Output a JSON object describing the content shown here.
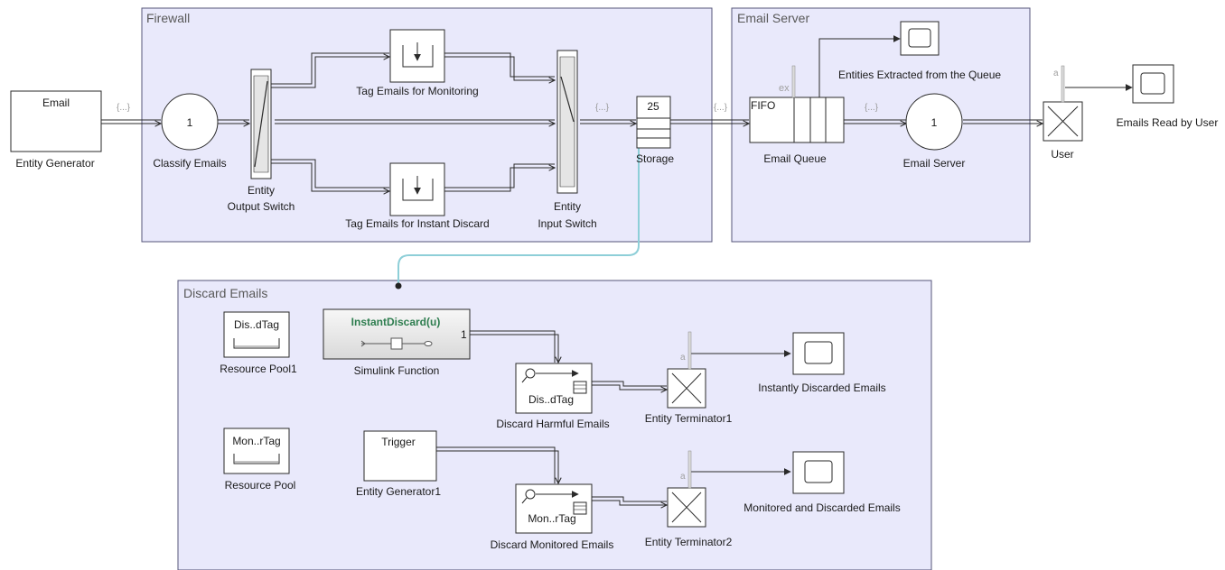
{
  "subsystems": {
    "firewall": "Firewall",
    "email_server": "Email Server",
    "discard_emails": "Discard Emails"
  },
  "blocks": {
    "email_gen_text": "Email",
    "email_gen_label": "Entity Generator",
    "classify_value": "1",
    "classify_label": "Classify Emails",
    "out_switch_label_1": "Entity",
    "out_switch_label_2": "Output Switch",
    "tag_monitor_label": "Tag Emails for Monitoring",
    "tag_discard_label": "Tag Emails for Instant Discard",
    "in_switch_label_1": "Entity",
    "in_switch_label_2": "Input Switch",
    "storage_value": "25",
    "storage_label": "Storage",
    "queue_text": "FIFO",
    "queue_label": "Email Queue",
    "queue_port": "ex",
    "extracted_label": "Entities Extracted from the Queue",
    "server_value": "1",
    "server_label": "Email Server",
    "user_label": "User",
    "user_port": "a",
    "read_label": "Emails Read by User",
    "pool1_text": "Dis..dTag",
    "pool1_label": "Resource Pool1",
    "pool_text": "Mon..rTag",
    "pool_label": "Resource Pool",
    "func_title": "InstantDiscard(u)",
    "func_port": "1",
    "func_label": "Simulink Function",
    "discard_harm_text": "Dis..dTag",
    "discard_harm_label": "Discard Harmful Emails",
    "term1_label": "Entity Terminator1",
    "term1_port": "a",
    "instant_label": "Instantly Discarded Emails",
    "trigger_text": "Trigger",
    "trigger_label": "Entity Generator1",
    "discard_mon_text": "Mon..rTag",
    "discard_mon_label": "Discard Monitored Emails",
    "term2_label": "Entity Terminator2",
    "term2_port": "a",
    "monitored_label": "Monitored and Discarded Emails"
  },
  "goto_tag": "{...}",
  "colors": {
    "subsystem_fill": "#e9e9fb",
    "func_title": "#2e7d4f",
    "link_line": "#8ecfd8"
  }
}
